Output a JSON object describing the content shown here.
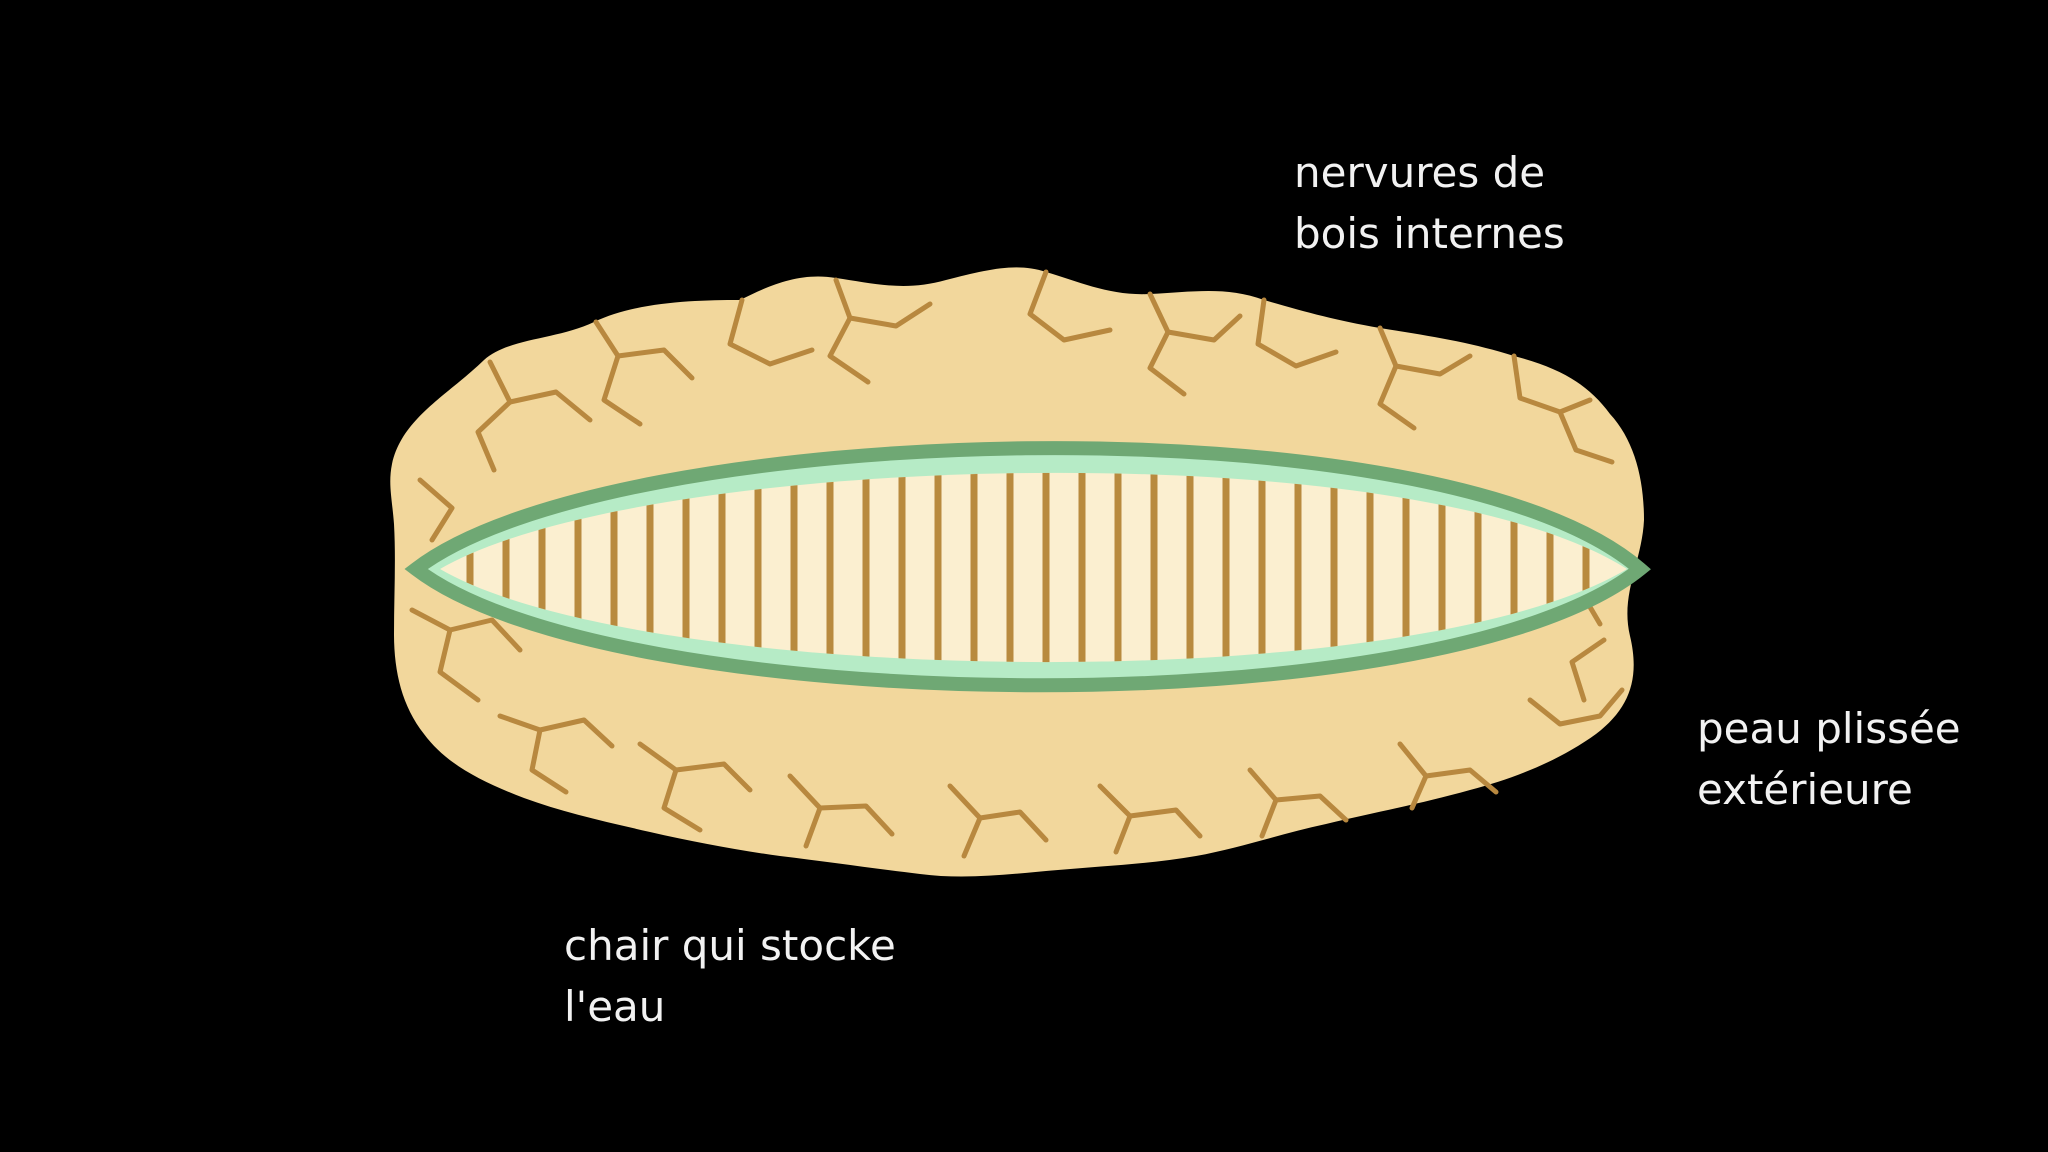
{
  "labels": {
    "veins": {
      "line1": "nervures de",
      "line2": "bois internes"
    },
    "skin": {
      "line1": "peau plissée",
      "line2": "extérieure"
    },
    "flesh": {
      "line1": "chair qui stocke",
      "line2": "l'eau"
    }
  },
  "colors": {
    "background": "#000000",
    "outer_skin": "#f2d79c",
    "skin_cracks": "#b8883f",
    "green_band": "#6fa874",
    "green_band_inner": "#b6ebc6",
    "core_fill": "#fbefd0",
    "wood_veins": "#b88a3e",
    "label_text": "#f2f2f2"
  }
}
